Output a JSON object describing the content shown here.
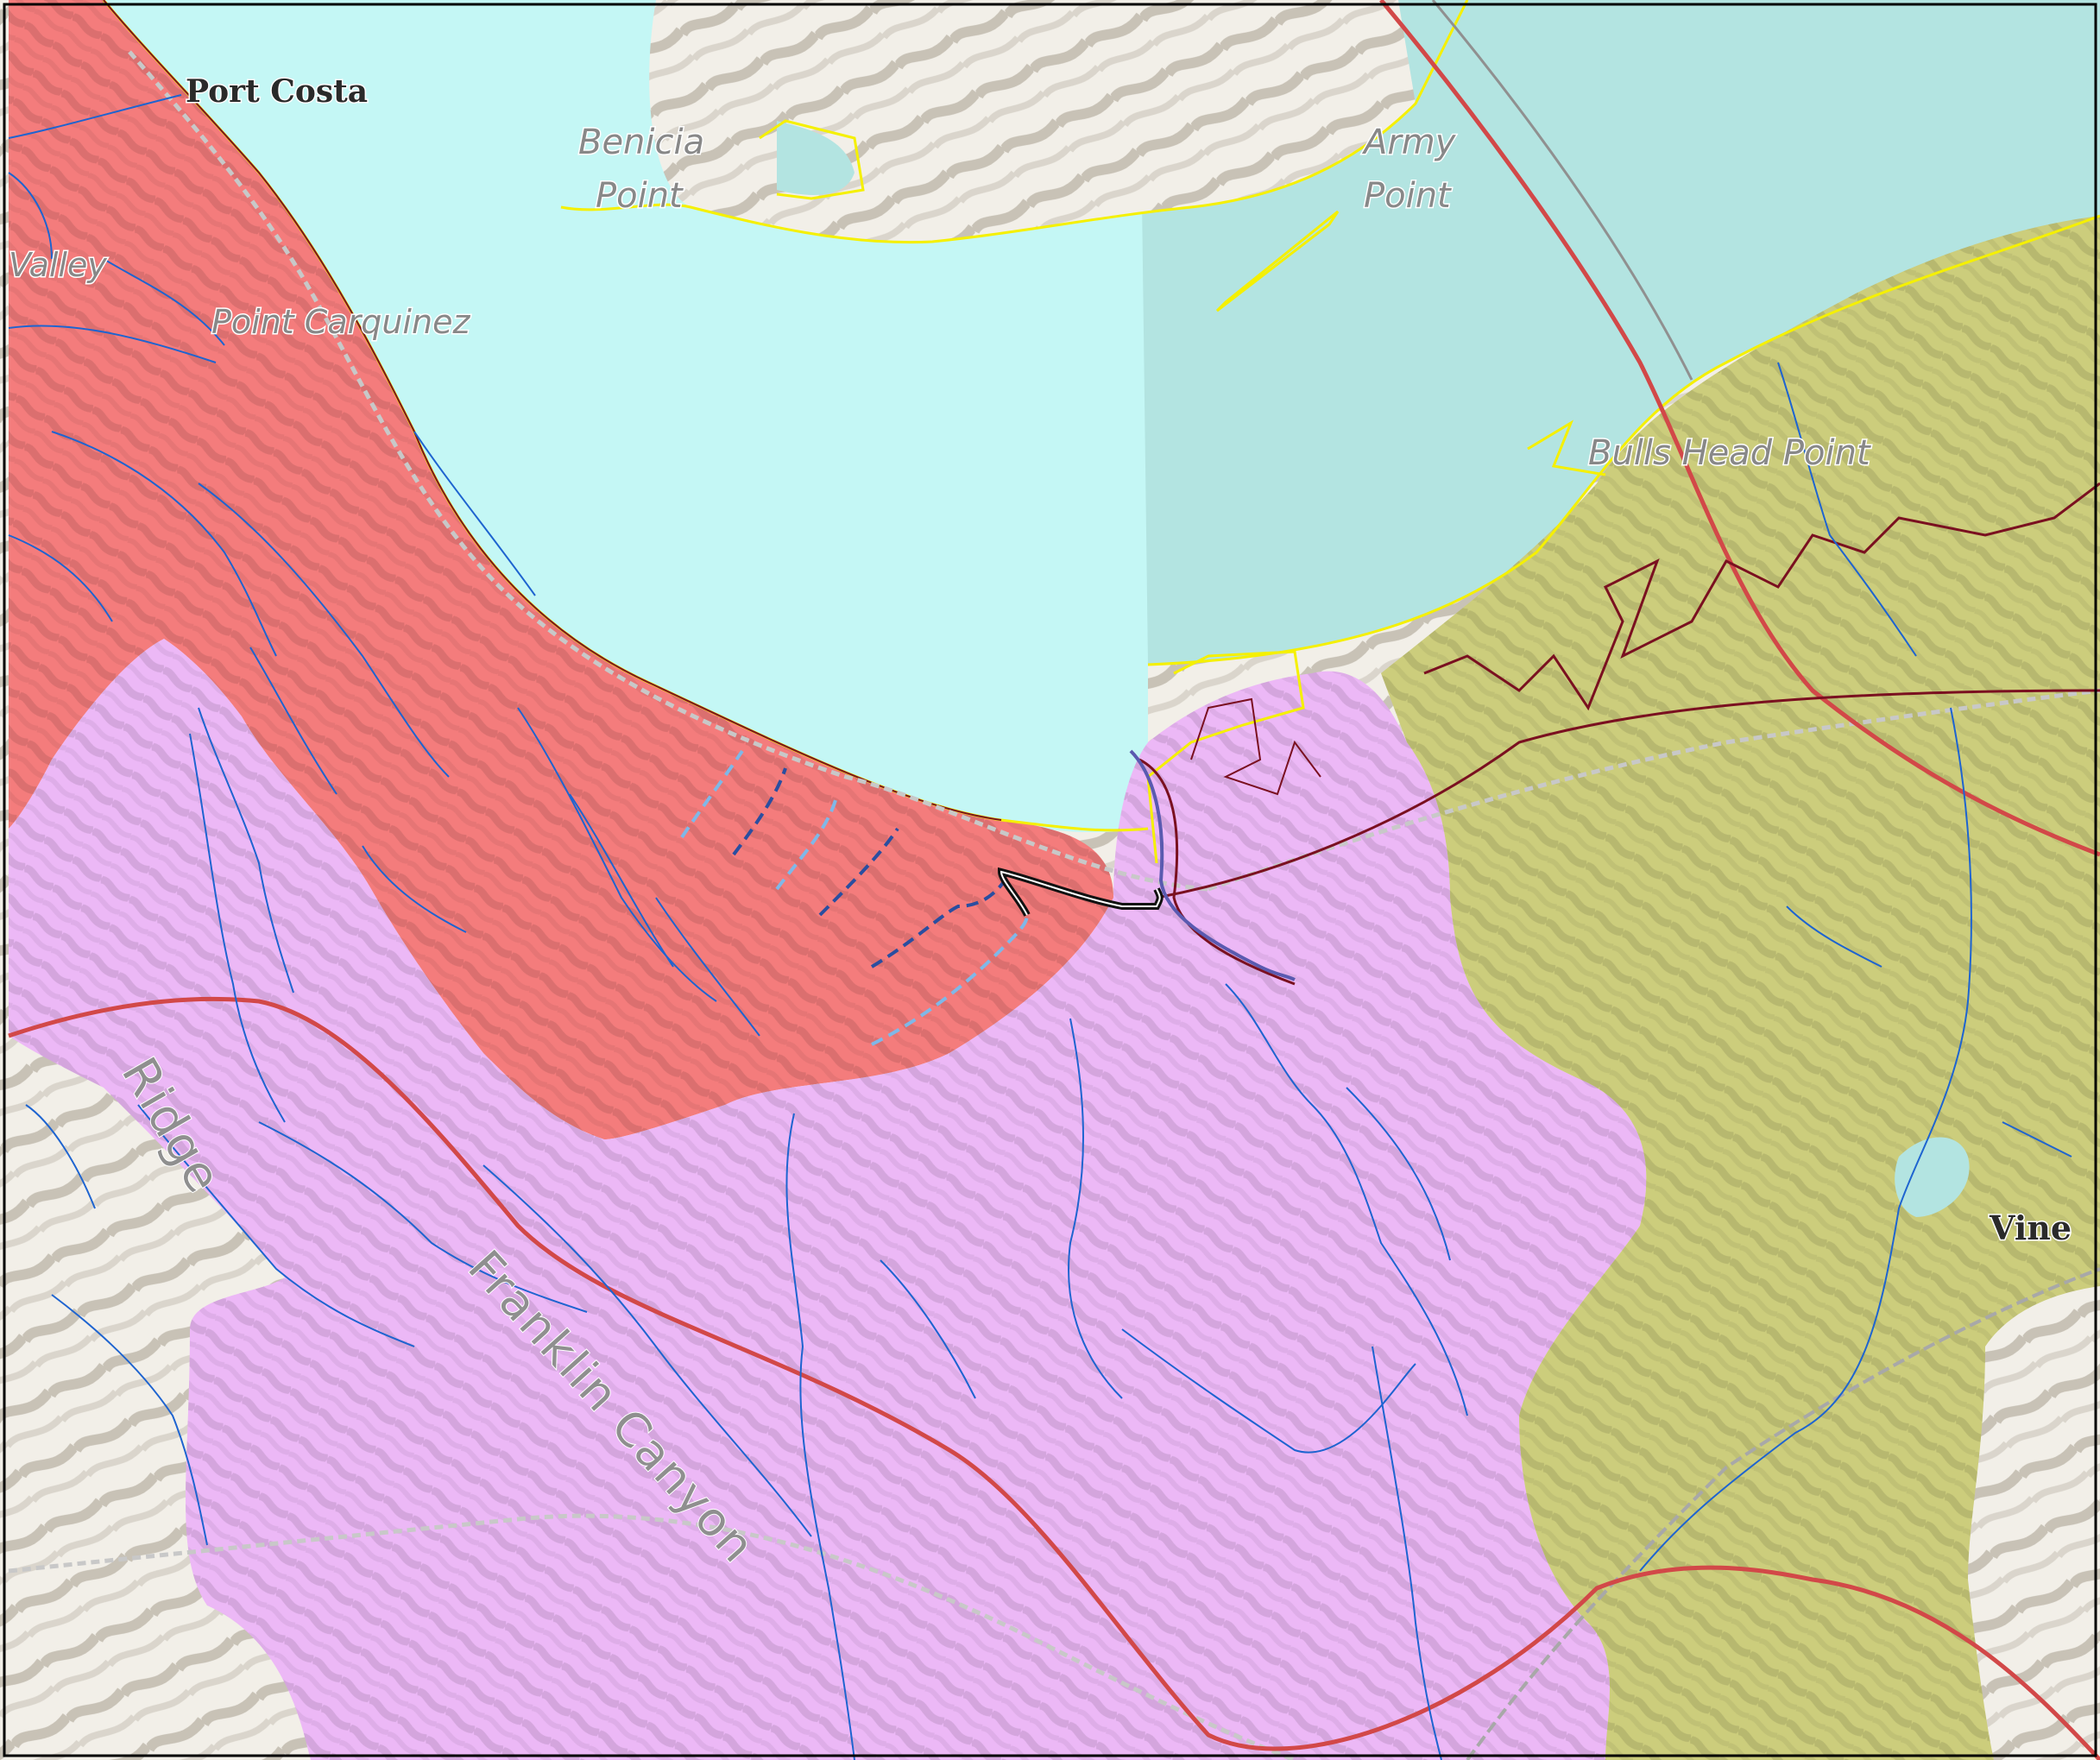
{
  "map": {
    "colors": {
      "water": "#c4f7f5",
      "water_tinted": "#b3e4e1",
      "land": "#f2efe8",
      "zone_red": "#f47c7c",
      "zone_pink": "#ecb8f6",
      "zone_olive": "#cccd7c",
      "stream": "#1e64d0",
      "railroad": "#d24848",
      "pipeline": "#7a1020",
      "shoreline": "#f5f000",
      "road": "#c8c8c8"
    },
    "labels": {
      "port_costa": "Port Costa",
      "benicia_point_1": "Benicia",
      "benicia_point_2": "Point",
      "army_point_1": "Army",
      "army_point_2": "Point",
      "valley": "Valley",
      "point_carquinez": "Point Carquinez",
      "bulls_head_point": "Bulls Head Point",
      "vine": "Vine",
      "ridge": "Ridge",
      "franklin_canyon": "Franklin Canyon"
    }
  }
}
